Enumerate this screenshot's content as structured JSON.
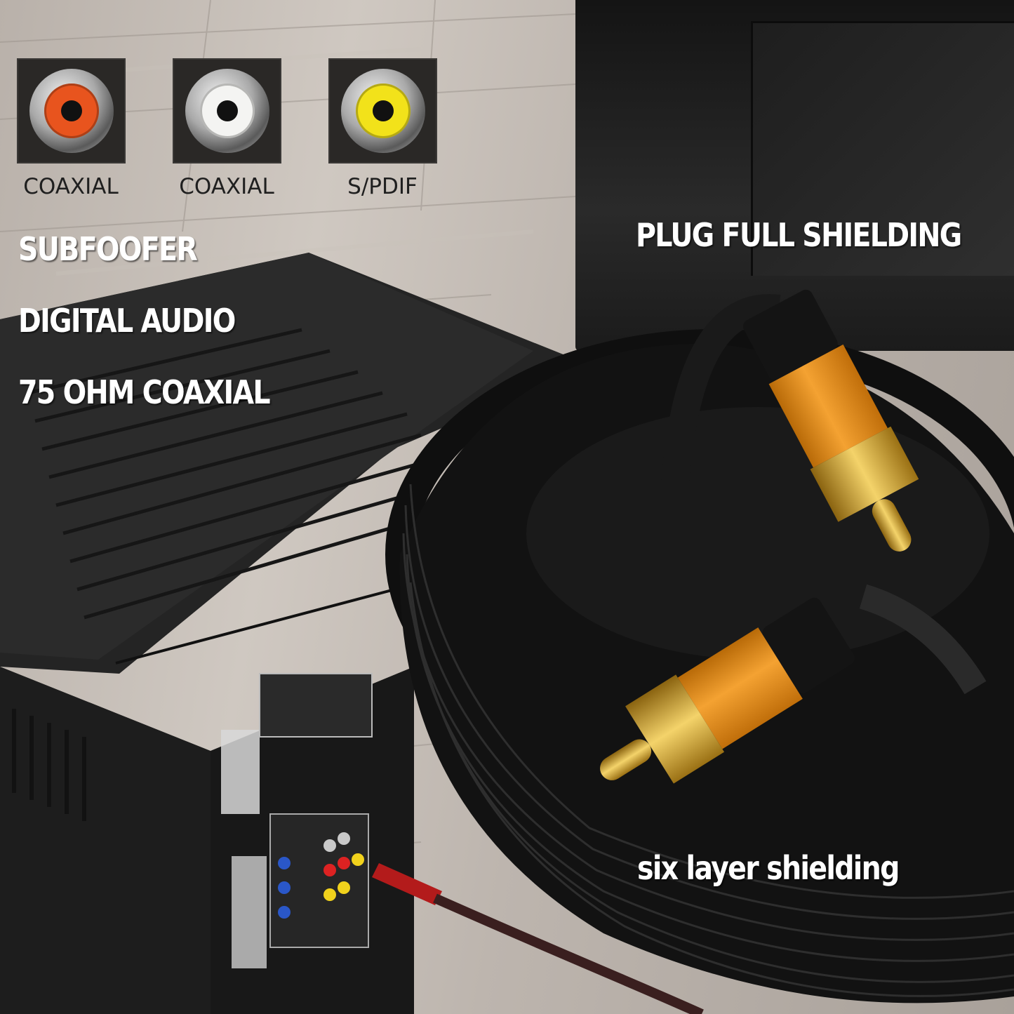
{
  "jacks": [
    {
      "label": "COAXIAL",
      "color": "#e8541e"
    },
    {
      "label": "COAXIAL",
      "color": "#f4f4f2"
    },
    {
      "label": "S/PDIF",
      "color": "#f2e21a"
    }
  ],
  "features": {
    "line1": "SUBFOOFER",
    "line2": "DIGITAL AUDIO",
    "line3": "75 OHM COAXIAL"
  },
  "callouts": {
    "top": "PLUG FULL SHIELDING",
    "bottom": "six layer shielding"
  },
  "colors": {
    "connector_orange": "#e8901a",
    "connector_gold": "#d9a92a",
    "cable_black": "#141414",
    "receiver_black": "#1c1c1c"
  }
}
